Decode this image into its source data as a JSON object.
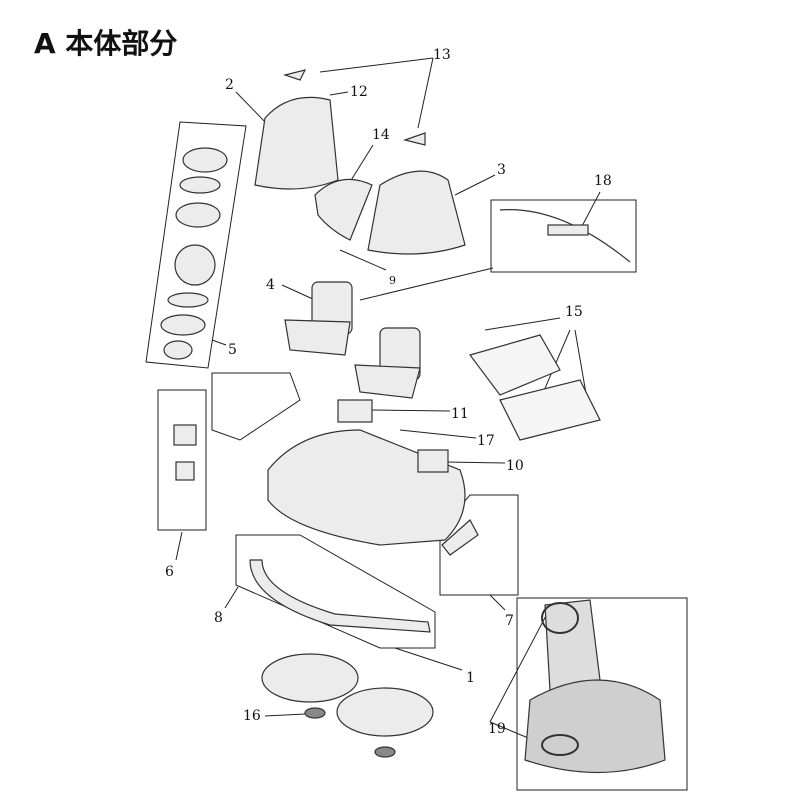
{
  "title": "A 本体部分",
  "callouts": {
    "n1": "1",
    "n2": "2",
    "n3": "3",
    "n4": "4",
    "n5": "5",
    "n6": "6",
    "n7": "7",
    "n8": "8",
    "n9": "9",
    "n10": "10",
    "n11": "11",
    "n12": "12",
    "n13": "13",
    "n14": "14",
    "n15": "15",
    "n16": "16",
    "n17": "17",
    "n18": "18",
    "n19": "19"
  },
  "colors": {
    "line": "#222222",
    "part_fill": "#e6e6e6",
    "part_dark": "#555555"
  }
}
